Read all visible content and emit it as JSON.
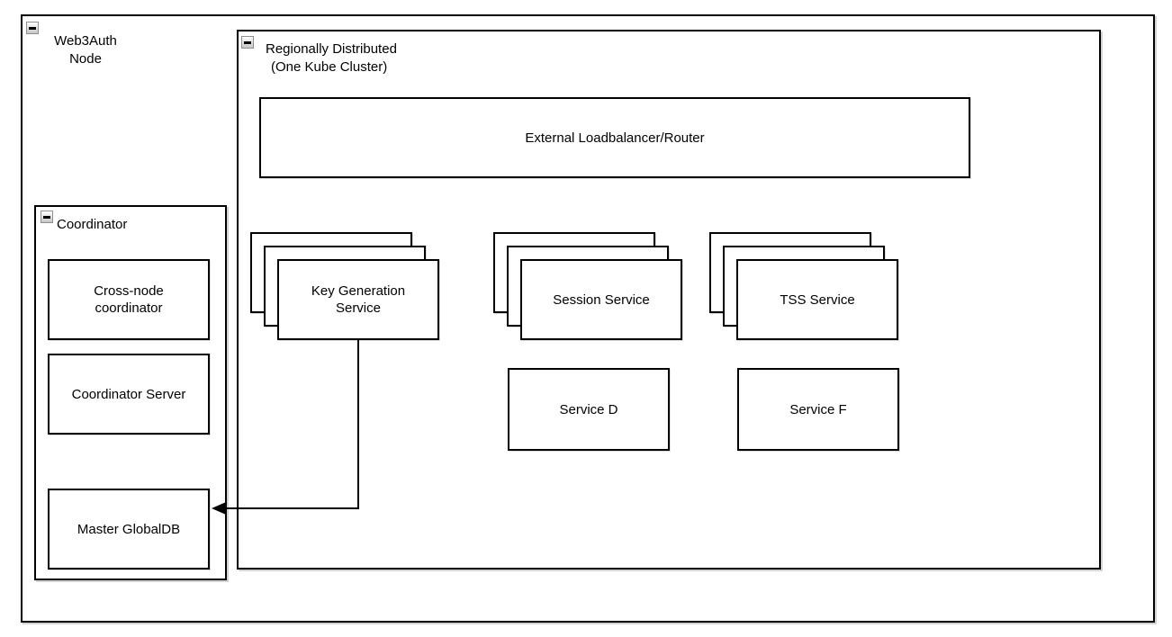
{
  "diagram": {
    "type": "architecture-diagram",
    "containers": {
      "web3auth": {
        "line1": "Web3Auth",
        "line2": "Node"
      },
      "regional": {
        "line1": "Regionally Distributed",
        "line2": "(One Kube Cluster)"
      },
      "coordinator": {
        "label": "Coordinator"
      }
    },
    "nodes": {
      "loadbalancer": {
        "label": "External Loadbalancer/Router"
      },
      "keygen": {
        "line1": "Key Generation",
        "line2": "Service",
        "replicas": 3
      },
      "session": {
        "label": "Session Service",
        "replicas": 3
      },
      "tss": {
        "label": "TSS Service",
        "replicas": 3
      },
      "service_d": {
        "label": "Service D"
      },
      "service_f": {
        "label": "Service F"
      },
      "cross_node": {
        "line1": "Cross-node",
        "line2": "coordinator"
      },
      "coordinator_server": {
        "label": "Coordinator Server"
      },
      "master_globaldb": {
        "label": "Master GlobalDB"
      }
    },
    "edges": [
      {
        "from": "Key Generation Service",
        "to": "Master GlobalDB",
        "style": "orthogonal",
        "arrowhead": "filled-left"
      }
    ],
    "icons": {
      "collapse": "minus-square"
    },
    "colors": {
      "border": "#000000",
      "background": "#ffffff",
      "shadow": "#d3d3d3",
      "text": "#000000",
      "collapse_button_border": "#8f8f8f"
    }
  }
}
